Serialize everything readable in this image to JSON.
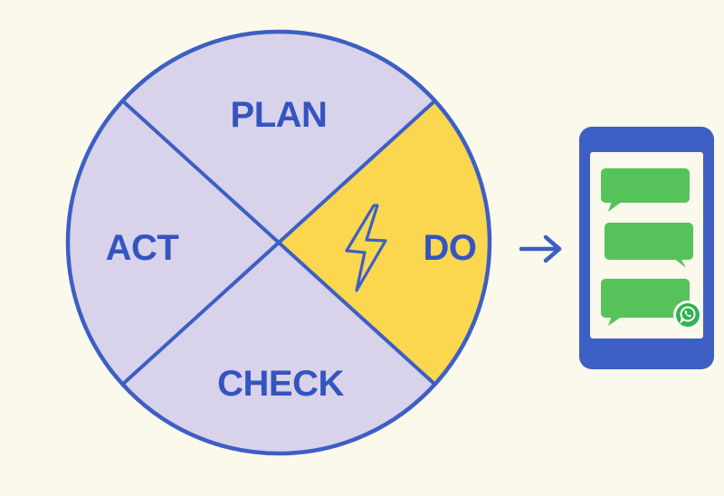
{
  "cycle": {
    "quadrants": [
      {
        "id": "plan",
        "label": "PLAN",
        "highlighted": false
      },
      {
        "id": "do",
        "label": "DO",
        "highlighted": true
      },
      {
        "id": "check",
        "label": "CHECK",
        "highlighted": false
      },
      {
        "id": "act",
        "label": "ACT",
        "highlighted": false
      }
    ],
    "highlight_icon": "lightning-bolt-icon",
    "colors": {
      "outline": "#3D5FC4",
      "quadrant_fill": "#D8D3EA",
      "highlight_fill": "#FBD64F",
      "label": "#3454C0"
    }
  },
  "connector": {
    "icon": "arrow-right-icon"
  },
  "phone": {
    "icon": "smartphone-icon",
    "messages": [
      {
        "type": "message-bubble"
      },
      {
        "type": "message-bubble"
      },
      {
        "type": "message-bubble"
      }
    ],
    "badge_icon": "whatsapp-icon",
    "colors": {
      "frame": "#3D5FC4",
      "screen": "#FBF8EC",
      "bubble": "#56C25A",
      "badge": "#2FB34E"
    }
  }
}
